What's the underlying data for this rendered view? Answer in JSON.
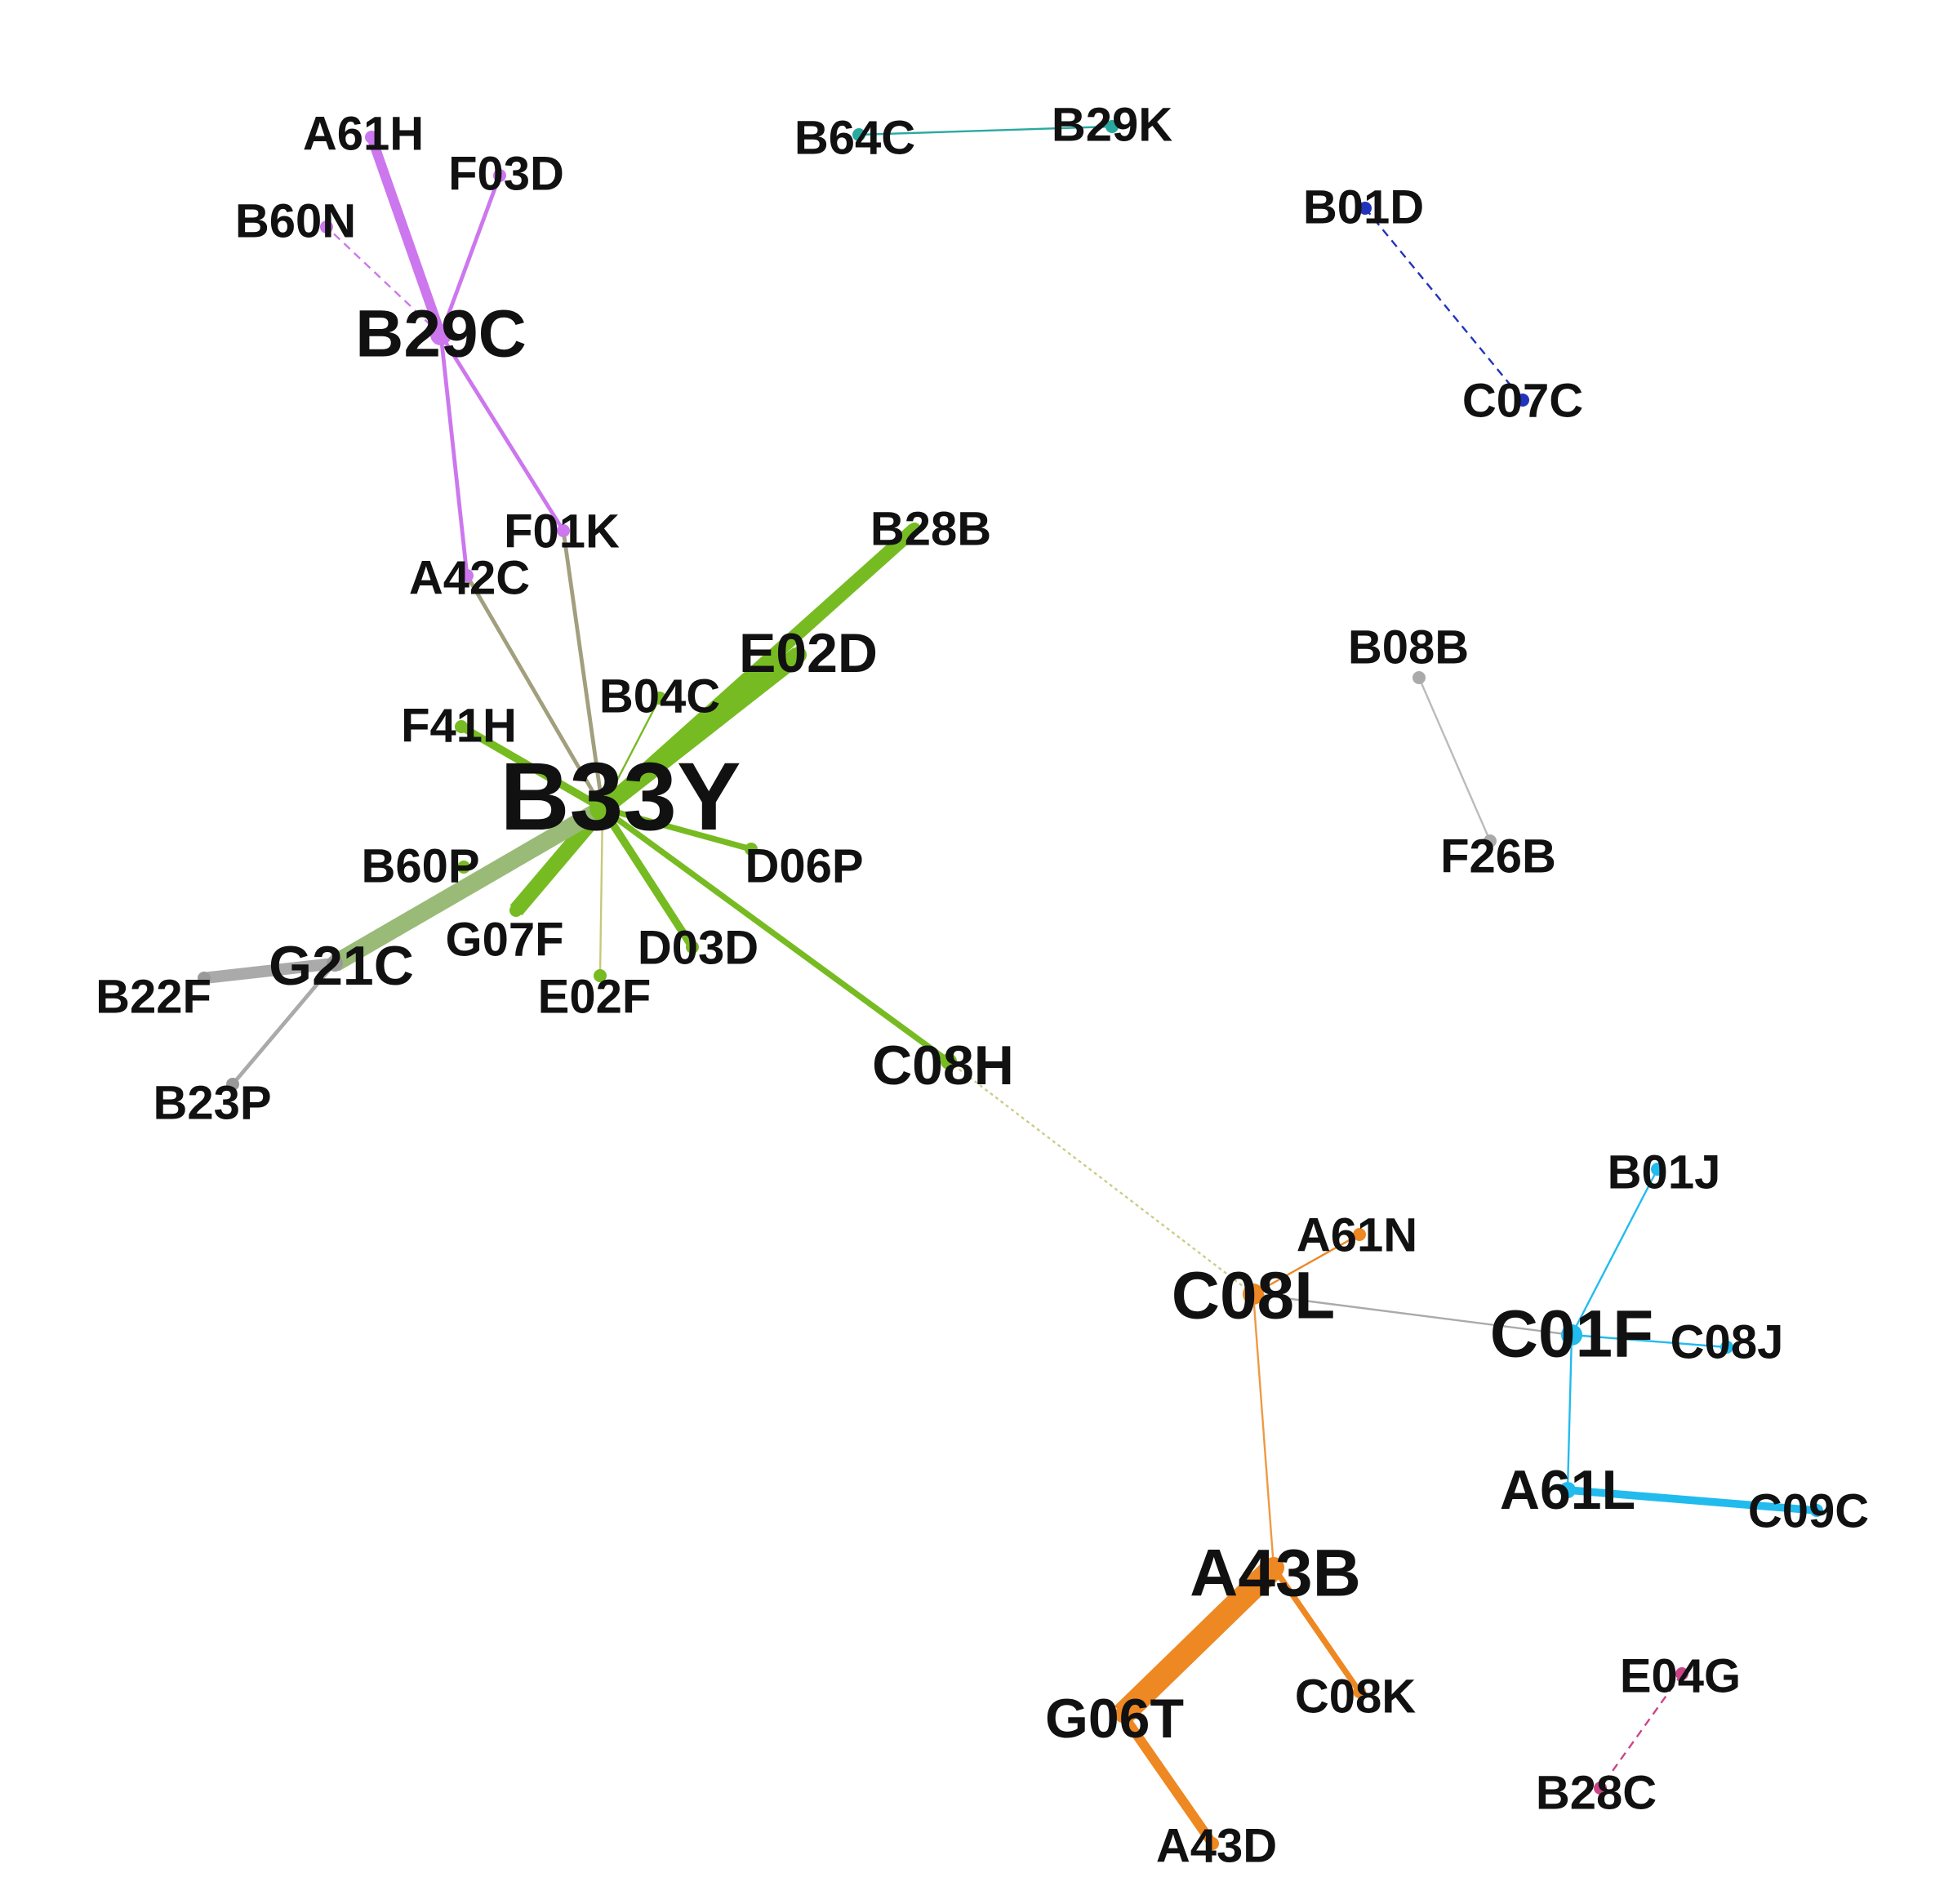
{
  "graph": {
    "nodes": [
      {
        "id": "A61H",
        "label": "A61H",
        "color": "#cc77ee",
        "size": "medium"
      },
      {
        "id": "F03D",
        "label": "F03D",
        "color": "#cc77ee",
        "size": "medium"
      },
      {
        "id": "B60N",
        "label": "B60N",
        "color": "#cc77ee",
        "size": "medium"
      },
      {
        "id": "B29C",
        "label": "B29C",
        "color": "#cc77ee",
        "size": "large"
      },
      {
        "id": "F01K",
        "label": "F01K",
        "color": "#cc77ee",
        "size": "medium"
      },
      {
        "id": "A42C",
        "label": "A42C",
        "color": "#cc77ee",
        "size": "medium"
      },
      {
        "id": "B64C",
        "label": "B64C",
        "color": "#2aa9a0",
        "size": "medium"
      },
      {
        "id": "B29K",
        "label": "B29K",
        "color": "#2aa9a0",
        "size": "medium"
      },
      {
        "id": "B01D",
        "label": "B01D",
        "color": "#2233bb",
        "size": "medium"
      },
      {
        "id": "C07C",
        "label": "C07C",
        "color": "#2233bb",
        "size": "medium"
      },
      {
        "id": "B28B",
        "label": "B28B",
        "color": "#77bb22",
        "size": "medium"
      },
      {
        "id": "E02D",
        "label": "E02D",
        "color": "#77bb22",
        "size": "medium-large"
      },
      {
        "id": "B04C",
        "label": "B04C",
        "color": "#77bb22",
        "size": "medium"
      },
      {
        "id": "F41H",
        "label": "F41H",
        "color": "#77bb22",
        "size": "medium"
      },
      {
        "id": "B33Y",
        "label": "B33Y",
        "color": "#77bb22",
        "size": "huge"
      },
      {
        "id": "B60P",
        "label": "B60P",
        "color": "#77bb22",
        "size": "medium"
      },
      {
        "id": "D06P",
        "label": "D06P",
        "color": "#77bb22",
        "size": "medium"
      },
      {
        "id": "G07F",
        "label": "G07F",
        "color": "#77bb22",
        "size": "medium"
      },
      {
        "id": "D03D",
        "label": "D03D",
        "color": "#77bb22",
        "size": "medium"
      },
      {
        "id": "E02F",
        "label": "E02F",
        "color": "#77bb22",
        "size": "medium"
      },
      {
        "id": "G21C",
        "label": "G21C",
        "color": "#999999",
        "size": "medium-large"
      },
      {
        "id": "B22F",
        "label": "B22F",
        "color": "#999999",
        "size": "medium"
      },
      {
        "id": "B23P",
        "label": "B23P",
        "color": "#999999",
        "size": "medium"
      },
      {
        "id": "C08H",
        "label": "C08H",
        "color": "#77bb22",
        "size": "medium-large"
      },
      {
        "id": "B08B",
        "label": "B08B",
        "color": "#aaaaaa",
        "size": "medium"
      },
      {
        "id": "F26B",
        "label": "F26B",
        "color": "#aaaaaa",
        "size": "medium"
      },
      {
        "id": "B01J",
        "label": "B01J",
        "color": "#22bbee",
        "size": "medium"
      },
      {
        "id": "A61N",
        "label": "A61N",
        "color": "#ee8822",
        "size": "medium"
      },
      {
        "id": "C08L",
        "label": "C08L",
        "color": "#ee8822",
        "size": "large"
      },
      {
        "id": "C01F",
        "label": "C01F",
        "color": "#22bbee",
        "size": "large"
      },
      {
        "id": "C08J",
        "label": "C08J",
        "color": "#22bbee",
        "size": "medium"
      },
      {
        "id": "A61L",
        "label": "A61L",
        "color": "#22bbee",
        "size": "medium-large"
      },
      {
        "id": "C09C",
        "label": "C09C",
        "color": "#22bbee",
        "size": "medium"
      },
      {
        "id": "A43B",
        "label": "A43B",
        "color": "#ee8822",
        "size": "large"
      },
      {
        "id": "C08K",
        "label": "C08K",
        "color": "#ee8822",
        "size": "medium"
      },
      {
        "id": "G06T",
        "label": "G06T",
        "color": "#ee8822",
        "size": "medium-large"
      },
      {
        "id": "A43D",
        "label": "A43D",
        "color": "#ee8822",
        "size": "medium"
      },
      {
        "id": "E04G",
        "label": "E04G",
        "color": "#cc4488",
        "size": "medium"
      },
      {
        "id": "B28C",
        "label": "B28C",
        "color": "#cc4488",
        "size": "medium"
      }
    ],
    "edges": [
      {
        "source": "B29C",
        "target": "A61H",
        "weight": 5,
        "color": "#cc77ee"
      },
      {
        "source": "B29C",
        "target": "F03D",
        "weight": 2,
        "color": "#cc77ee"
      },
      {
        "source": "B29C",
        "target": "B60N",
        "weight": 1,
        "color": "#cc77ee",
        "style": "dashed"
      },
      {
        "source": "B29C",
        "target": "A42C",
        "weight": 2,
        "color": "#cc77ee"
      },
      {
        "source": "B29C",
        "target": "F01K",
        "weight": 2,
        "color": "#cc77ee"
      },
      {
        "source": "B33Y",
        "target": "A42C",
        "weight": 2,
        "color": "#a29f7e"
      },
      {
        "source": "B33Y",
        "target": "F01K",
        "weight": 2,
        "color": "#a29f7e"
      },
      {
        "source": "B33Y",
        "target": "B28B",
        "weight": 7,
        "color": "#77bb22"
      },
      {
        "source": "B33Y",
        "target": "E02D",
        "weight": 9,
        "color": "#77bb22"
      },
      {
        "source": "B33Y",
        "target": "B04C",
        "weight": 1,
        "color": "#77bb22"
      },
      {
        "source": "B33Y",
        "target": "F41H",
        "weight": 4,
        "color": "#77bb22"
      },
      {
        "source": "B33Y",
        "target": "D06P",
        "weight": 3,
        "color": "#77bb22"
      },
      {
        "source": "B33Y",
        "target": "G07F",
        "weight": 8,
        "color": "#77bb22"
      },
      {
        "source": "B33Y",
        "target": "D03D",
        "weight": 4,
        "color": "#77bb22"
      },
      {
        "source": "B33Y",
        "target": "E02F",
        "weight": 1,
        "color": "#c8c87a"
      },
      {
        "source": "B33Y",
        "target": "G21C",
        "weight": 9,
        "color": "#99bb77"
      },
      {
        "source": "B33Y",
        "target": "C08H",
        "weight": 3,
        "color": "#77bb22"
      },
      {
        "source": "G21C",
        "target": "B22F",
        "weight": 6,
        "color": "#aaaaaa"
      },
      {
        "source": "G21C",
        "target": "B23P",
        "weight": 2,
        "color": "#aaaaaa"
      },
      {
        "source": "B64C",
        "target": "B29K",
        "weight": 1,
        "color": "#2aa9a0"
      },
      {
        "source": "B01D",
        "target": "C07C",
        "weight": 1,
        "color": "#2233bb",
        "style": "dashed"
      },
      {
        "source": "B08B",
        "target": "F26B",
        "weight": 1,
        "color": "#bbbbbb"
      },
      {
        "source": "C08H",
        "target": "C08L",
        "weight": 1,
        "color": "#cccc88",
        "style": "dotted"
      },
      {
        "source": "C08L",
        "target": "A61N",
        "weight": 1,
        "color": "#ee8822"
      },
      {
        "source": "C08L",
        "target": "C01F",
        "weight": 1,
        "color": "#aaaaaa"
      },
      {
        "source": "C08L",
        "target": "A43B",
        "weight": 1,
        "color": "#ee9944"
      },
      {
        "source": "C01F",
        "target": "B01J",
        "weight": 1,
        "color": "#22bbee"
      },
      {
        "source": "C01F",
        "target": "C08J",
        "weight": 1,
        "color": "#22bbee"
      },
      {
        "source": "C01F",
        "target": "A61L",
        "weight": 1,
        "color": "#22bbee"
      },
      {
        "source": "A61L",
        "target": "C09C",
        "weight": 4,
        "color": "#22bbee"
      },
      {
        "source": "A43B",
        "target": "G06T",
        "weight": 12,
        "color": "#ee8822"
      },
      {
        "source": "A43B",
        "target": "C08K",
        "weight": 3,
        "color": "#ee8822"
      },
      {
        "source": "G06T",
        "target": "A43D",
        "weight": 5,
        "color": "#ee8822"
      },
      {
        "source": "E04G",
        "target": "B28C",
        "weight": 1,
        "color": "#cc4488",
        "style": "dashed"
      }
    ]
  }
}
